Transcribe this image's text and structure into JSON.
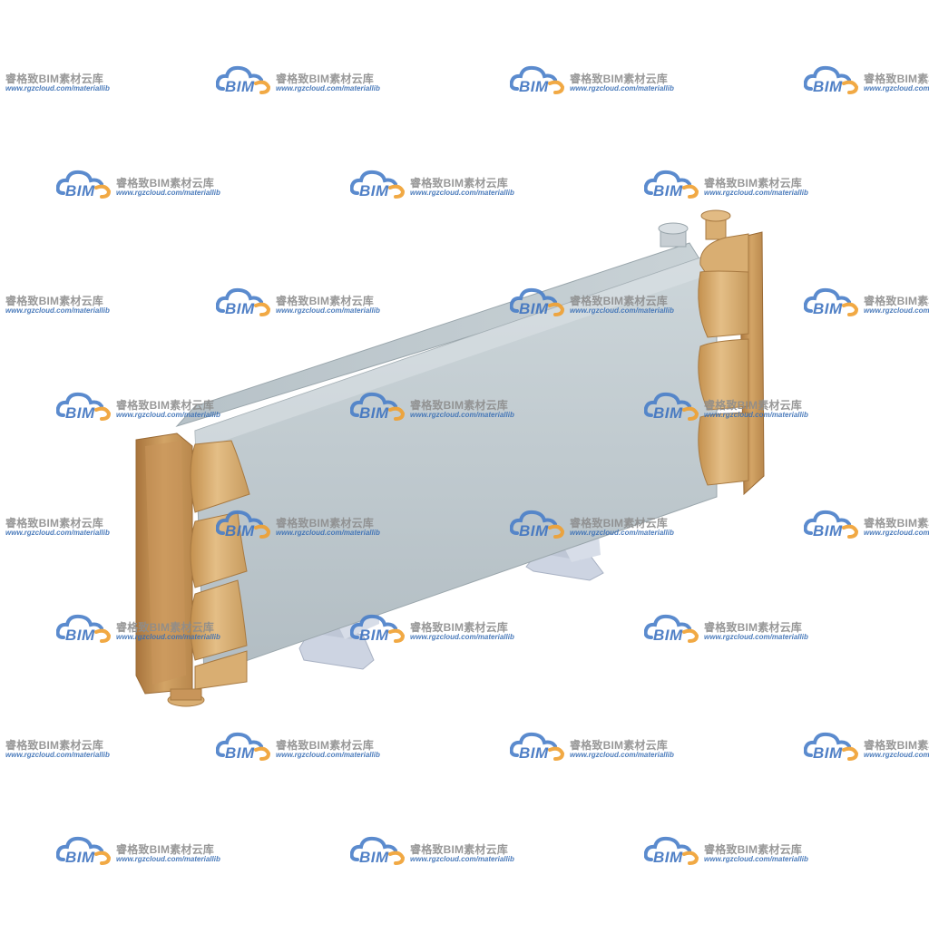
{
  "watermark": {
    "title": "睿格致BIM素材云库",
    "url": "www.rgzcloud.com/materiallib",
    "logo_text": "BIM",
    "logo_colors": {
      "cloud": "#4a7fc9",
      "accent": "#f0a030"
    }
  },
  "model": {
    "icon": "heat-exchanger-3d-model",
    "colors": {
      "body": "#b9c4c9",
      "body_shade": "#9aa6ac",
      "body_light": "#d4dcdf",
      "header": "#d9ae72",
      "header_dark": "#b8864a",
      "flange": "#c8955a",
      "support": "#c9d0dd"
    }
  }
}
